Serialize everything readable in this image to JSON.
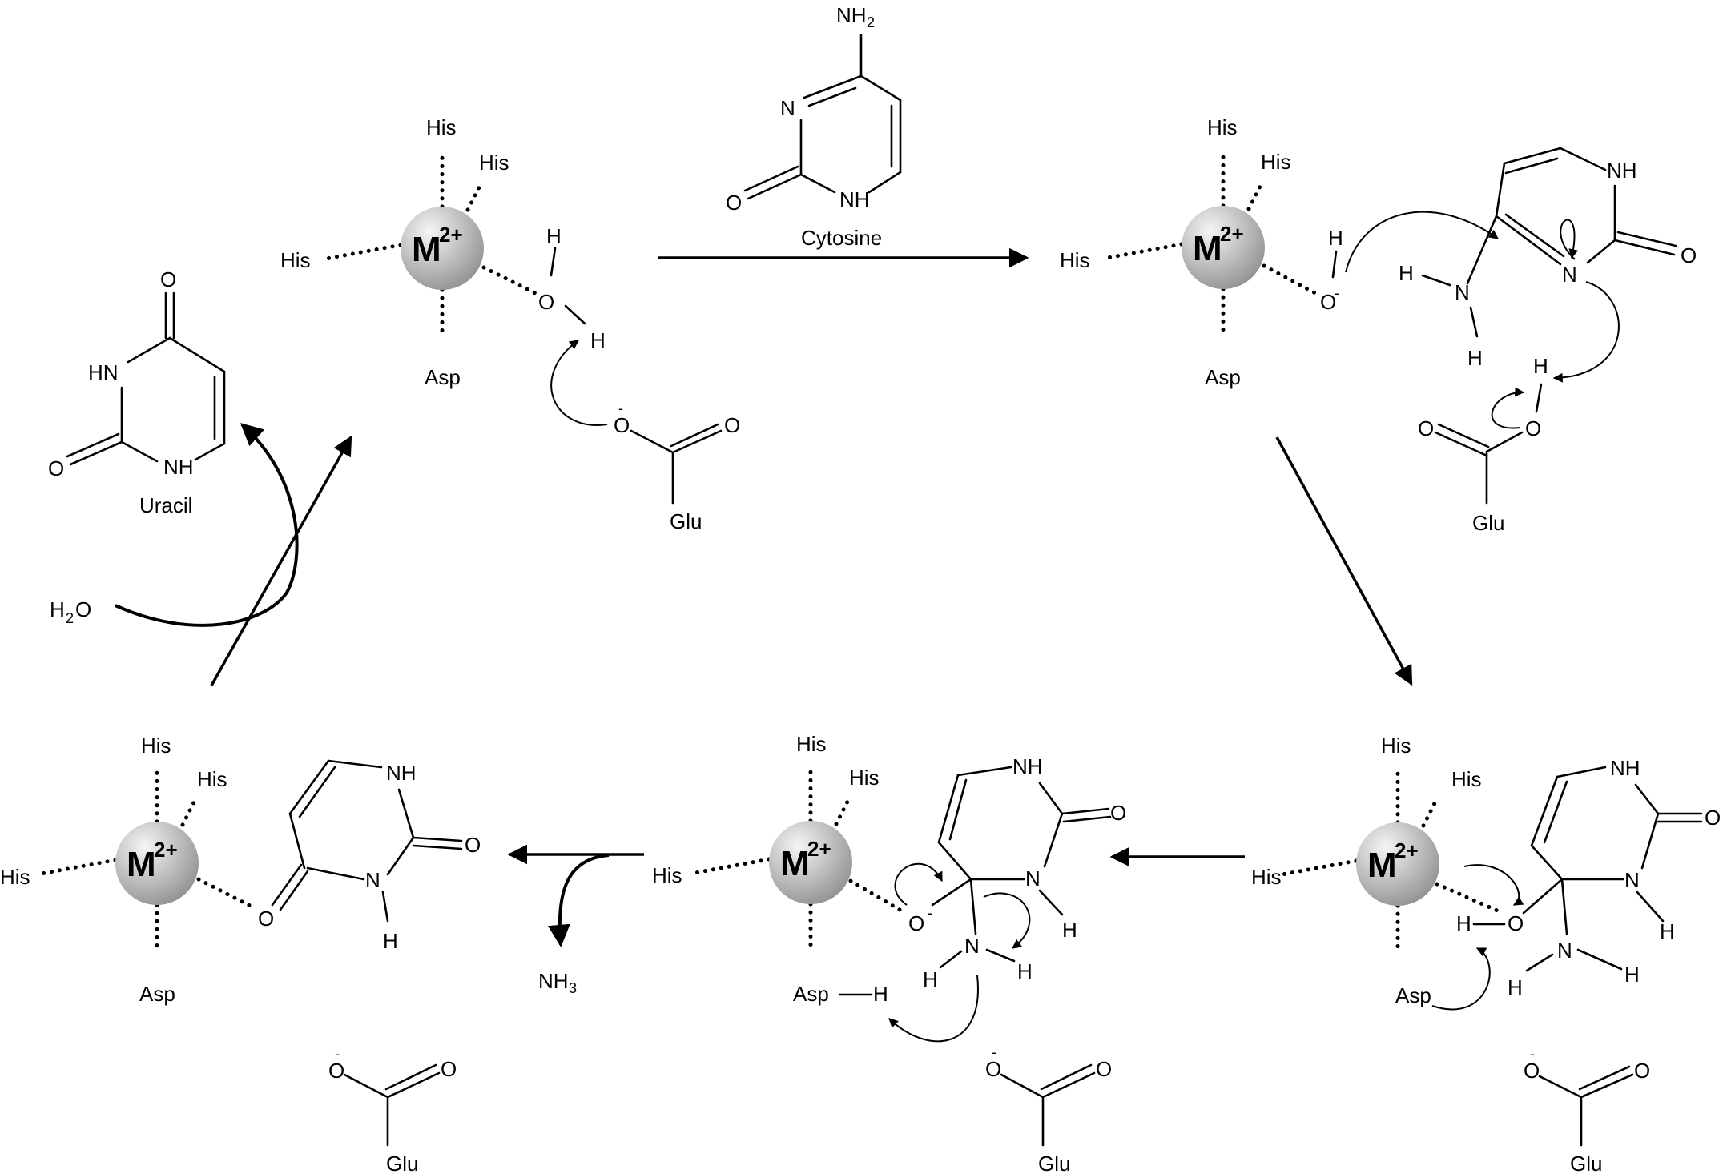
{
  "labels": {
    "metal": "M",
    "metal_charge": "2+",
    "his": "His",
    "asp": "Asp",
    "glu": "Glu",
    "O": "O",
    "H": "H",
    "N": "N",
    "NH": "NH",
    "HN": "HN",
    "NH2_main": "NH",
    "sub_2": "2",
    "NH3_main": "NH",
    "sub_3": "3",
    "H2O_H": "H",
    "H2O_O": "O",
    "minus": "-",
    "cytosine": "Cytosine",
    "uracil": "Uracil"
  },
  "colors": {
    "metal_light": "#f4f4f4",
    "metal_dark": "#8a8a8a",
    "ink": "#000000"
  }
}
